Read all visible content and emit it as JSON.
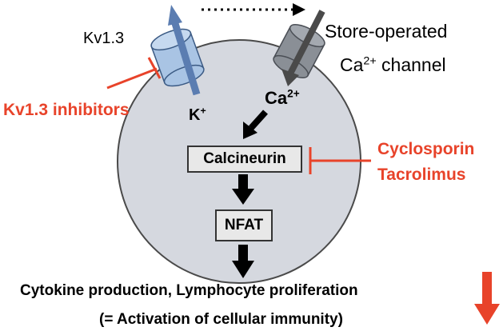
{
  "kv13": {
    "label": "Kv1.3",
    "ion_symbol": "K",
    "ion_charge": "+"
  },
  "kv13_inhibitors": {
    "label": "Kv1.3 inhibitors"
  },
  "store_operated": {
    "label_line1": "Store-operated",
    "label_line2_prefix": "Ca",
    "label_line2_charge": "2+",
    "label_line2_suffix": " channel"
  },
  "calcium": {
    "symbol": "Ca",
    "charge": "2+"
  },
  "calcineurin": {
    "label": "Calcineurin"
  },
  "calcineurin_inhibitors": {
    "line1": "Cyclosporin",
    "line2": "Tacrolimus"
  },
  "nfat": {
    "label": "NFAT"
  },
  "outcome": {
    "line1": "Cytokine production, Lymphocyte proliferation",
    "line2": "(= Activation of cellular immunity)"
  },
  "colors": {
    "cell_fill": "#d5d8df",
    "cell_stroke": "#4a4a4a",
    "kv_channel": "#a9c4e4",
    "soc_channel": "#8a8f96",
    "inhibitor_red": "#e8432a",
    "arrow_blue": "#5b7db1"
  }
}
